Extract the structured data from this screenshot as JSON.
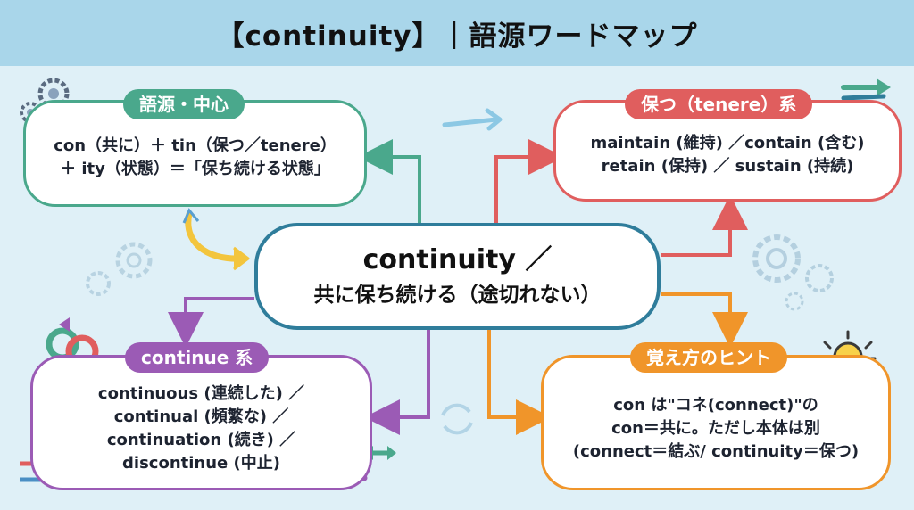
{
  "header": {
    "title": "【continuity】｜語源ワードマップ"
  },
  "center": {
    "word": "continuity ／",
    "meaning": "共に保ち続ける（途切れない）"
  },
  "origin": {
    "label": "語源・中心",
    "lines": [
      "con（共に）＋ tin（保つ／tenere）",
      "＋ ity（状態）＝「保ち続ける状態」"
    ]
  },
  "tenere": {
    "label": "保つ（tenere）系",
    "lines": [
      "maintain (維持) ／contain (含む)",
      "retain (保持) ／ sustain (持続)"
    ]
  },
  "continue": {
    "label": "continue 系",
    "lines": [
      "continuous (連続した) ／",
      "continual (頻繁な) ／",
      "continuation (続き) ／",
      "discontinue (中止)"
    ]
  },
  "tip": {
    "label": "覚え方のヒント",
    "lines": [
      "con は\"コネ(connect)\"の",
      "con＝共に。ただし本体は別",
      "(connect＝結ぶ/ continuity＝保つ)"
    ]
  },
  "colors": {
    "origin": "#4aa88c",
    "tenere": "#e05e5e",
    "continue": "#9b5bb5",
    "tip": "#f0952a",
    "center": "#2f7d9b",
    "header": "#a9d6ea",
    "background": "#dff0f7"
  },
  "icons": [
    "gear-icon",
    "arrows-icon",
    "hand-icon",
    "cycle-icon",
    "lightbulb-icon",
    "magnifier-icon",
    "shuffle-icon",
    "refresh-icon"
  ]
}
